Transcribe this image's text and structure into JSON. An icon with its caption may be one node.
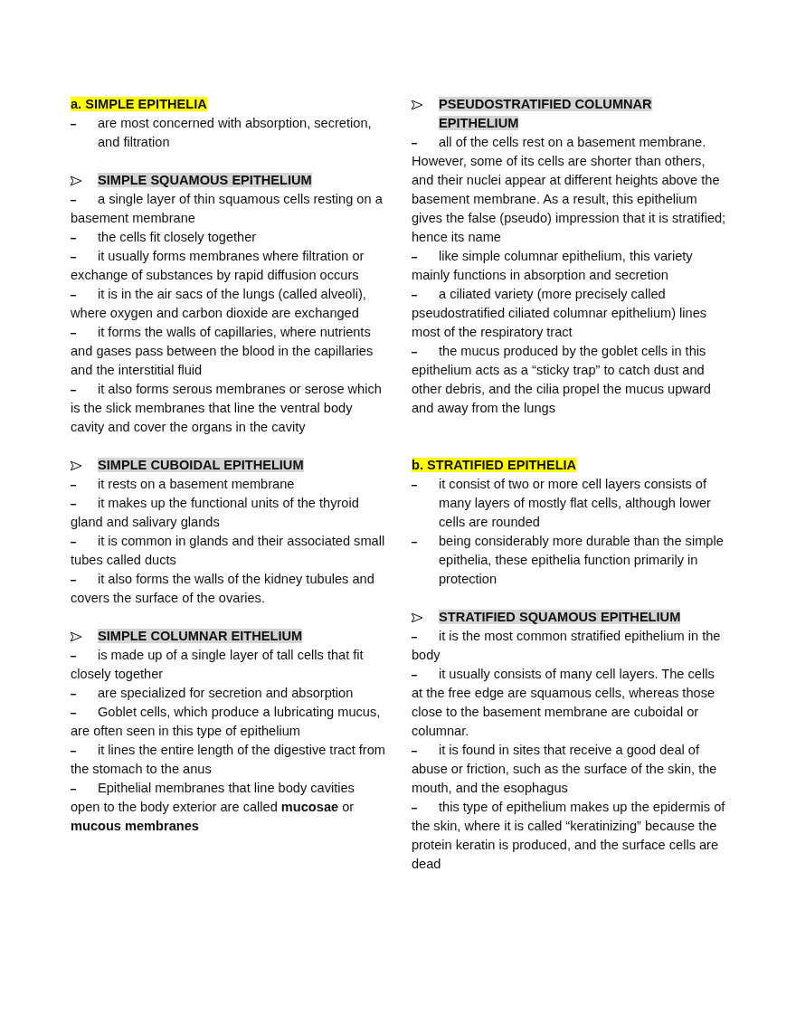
{
  "diagram": {
    "labels": [
      "a.  SIMPLE EPITHELIA",
      "are most concerned with absorption, secretion, and filtration",
      "SIMPLE SQUAMOUS EPITHELIUM",
      "a single layer of thin squamous cells resting on a basement membrane",
      "the cells fit closely together",
      "it usually forms membranes where filtration or exchange of substances by rapid diffusion occurs",
      "it is in the air sacs of the lungs (called alveoli), where oxygen and carbon dioxide are exchanged",
      "it forms the walls of capillaries, where nutrients and gases pass between the blood in the capillaries and the interstitial fluid",
      "it also forms serous membranes or serose which is the slick membranes that line the ventral body cavity and cover the organs in the cavity",
      "SIMPLE CUBOIDAL EPITHELIUM",
      "it rests on a basement membrane",
      "it makes up the functional units of the thyroid gland and salivary glands",
      "it is common in glands and their associated small tubes called ducts",
      "it also forms the walls of the kidney tubules and covers the surface of the ovaries.",
      "SIMPLE COLUMNAR EITHELIUM",
      "is made up of a single layer of tall cells that fit closely together",
      "are specialized for secretion and absorption",
      "Goblet cells, which produce a lubricating mucus, are often seen in this type of epithelium",
      "it lines the entire length of the digestive tract from the stomach to the anus",
      "Epithelial membranes that line body cavities open to the body exterior are called **mucosae** or **mucous membranes**",
      "PSEUDOSTRATIFIED COLUMNAR EPITHELIUM",
      "all of the cells rest on a basement membrane. However, some of its cells are shorter than others, and their nuclei appear at different heights above the basement membrane. As a result, this epithelium gives the false (pseudo) impression that it is stratified; hence its name",
      "like simple columnar epithelium, this variety mainly functions in absorption and secretion",
      "a ciliated variety (more precisely called pseudostratified ciliated columnar epithelium) lines most of the respiratory tract",
      "the mucus produced by the goblet cells in this epithelium acts as a “sticky trap” to catch dust and other debris, and the cilia propel the mucus upward and away from the lungs",
      "b.  STRATIFIED EPITHELIA",
      "it consist of two or more cell layers consists of many layers of mostly flat cells, although lower cells are rounded",
      "being considerably more durable than the simple epithelia, these epithelia function primarily in protection",
      "STRATIFIED SQUAMOUS EPITHELIUM",
      "it is the most common stratified epithelium in the body",
      "it usually consists of many cell layers. The cells at the free edge are squamous cells, whereas those close to the basement membrane are cuboidal or columnar.",
      "it is found in sites that receive a good deal of abuse or friction, such as the surface of the skin, the mouth, and the esophagus",
      "this type of epithelium makes up the epidermis of the skin, where it is called “keratinizing” because the protein keratin is produced, and the surface cells are dead"
    ]
  }
}
